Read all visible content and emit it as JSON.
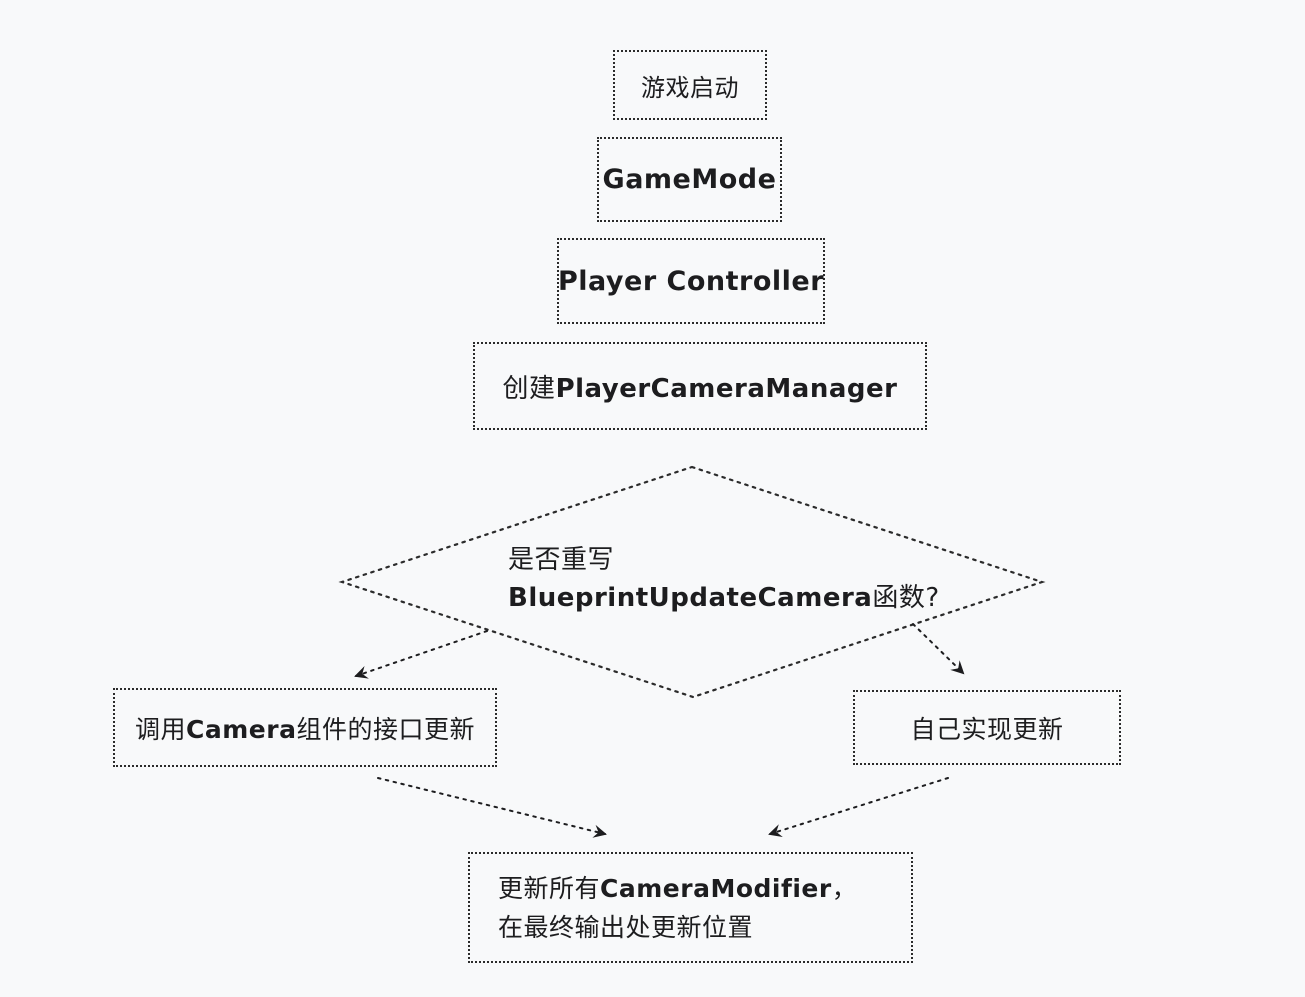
{
  "page": {
    "type": "flowchart",
    "background_color": "#f8f9fa",
    "text_color": "#1d1d1f",
    "stroke_color": "#2b2b2b",
    "stroke_style": "dotted"
  },
  "flowchart": {
    "nodes": {
      "start": {
        "shape": "rect",
        "label": "游戏启动"
      },
      "game_mode": {
        "shape": "rect",
        "label": "GameMode"
      },
      "player_controller": {
        "shape": "rect",
        "label": "Player Controller"
      },
      "create_camera_manager": {
        "shape": "rect",
        "prefix": "创建",
        "code": "PlayerCameraManager"
      },
      "decision": {
        "shape": "diamond",
        "line1": "是否重写",
        "line2_code": "BlueprintUpdateCamera",
        "line2_suffix": "函数?"
      },
      "call_camera_interface": {
        "shape": "rect",
        "prefix": "调用",
        "code": "Camera",
        "suffix": "组件的接口更新"
      },
      "self_update": {
        "shape": "rect",
        "label": "自己实现更新"
      },
      "update_modifiers": {
        "shape": "rect",
        "line1_prefix": "更新所有",
        "line1_code": "CameraModifier",
        "line1_suffix": "，",
        "line2": "在最终输出处更新位置"
      }
    },
    "edges": [
      {
        "from": "decision",
        "to": "call_camera_interface",
        "style": "dotted-arrow"
      },
      {
        "from": "decision",
        "to": "self_update",
        "style": "dotted-arrow"
      },
      {
        "from": "call_camera_interface",
        "to": "update_modifiers",
        "style": "dotted-arrow"
      },
      {
        "from": "self_update",
        "to": "update_modifiers",
        "style": "dotted-arrow"
      }
    ]
  }
}
